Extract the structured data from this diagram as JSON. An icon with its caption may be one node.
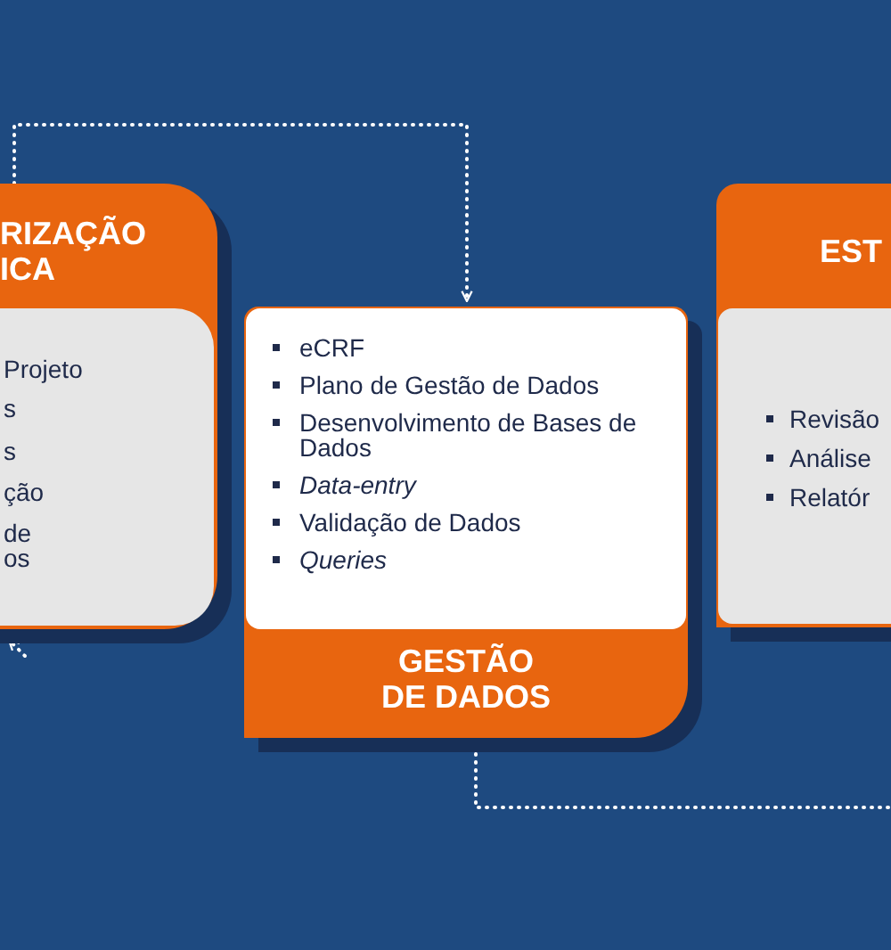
{
  "diagram": {
    "nodes": [
      {
        "text": [
          "RIZAÇÃO ICA",
          "Projeto",
          "s",
          "s",
          "ção",
          "de os"
        ]
      },
      {
        "text": [
          "GESTÃO DE DADOS",
          "eCRF",
          "Plano de Gestão de Dados",
          "Desenvolvimento de Bases de Dados",
          "*Data-entry*",
          "Validação de Dados",
          "*Queries*"
        ]
      },
      {
        "text": [
          "EST",
          "Revisão",
          "Análise",
          "Relatór"
        ]
      }
    ],
    "edges": [
      {
        "from": 0,
        "to": 1,
        "arrow": "to",
        "style": "dashed"
      },
      {
        "from": 1,
        "to": null,
        "arrow": "none",
        "style": "dashed"
      },
      {
        "from": null,
        "to": 0,
        "arrow": "to",
        "style": "dashed"
      }
    ]
  }
}
